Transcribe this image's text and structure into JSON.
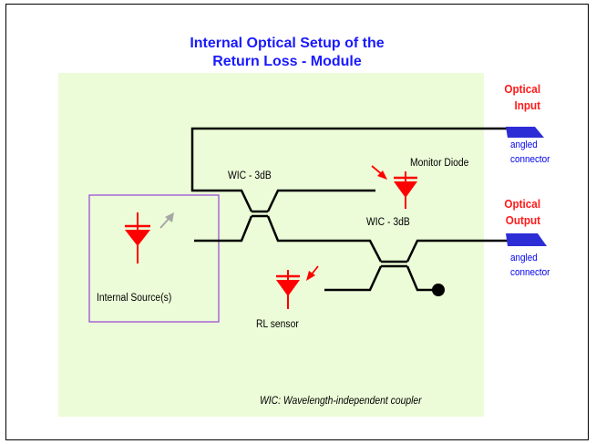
{
  "title": {
    "line1": "Internal Optical Setup of the",
    "line2": "Return Loss - Module"
  },
  "ports": {
    "input_line1": "Optical",
    "input_line2": "Input",
    "output_line1": "Optical",
    "output_line2": "Output",
    "input_connector_line1": "angled",
    "input_connector_line2": "connector",
    "output_connector_line1": "angled",
    "output_connector_line2": "connector"
  },
  "components": {
    "wic_upper": "WIC - 3dB",
    "wic_lower": "WIC - 3dB",
    "monitor_diode": "Monitor Diode",
    "internal_source": "Internal Source(s)",
    "rl_sensor": "RL sensor"
  },
  "footnote": "WIC: Wavelength-independent coupler",
  "colors": {
    "title": "#1a1aff",
    "panel": "#ecfcd8",
    "diode": "#ff0000",
    "connector": "#2d2dd6",
    "port_label": "#ff1a1a",
    "connector_label": "#0000ee",
    "source_box": "#9c4fd6"
  }
}
